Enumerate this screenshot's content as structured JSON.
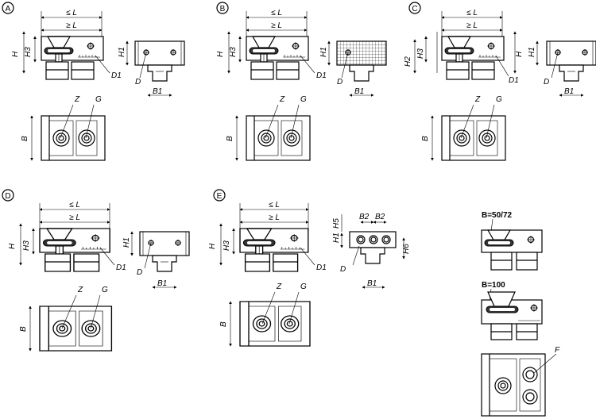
{
  "variants": [
    {
      "letter": "A",
      "le_L": "≤ L",
      "ge_L": "≥ L",
      "H": "H",
      "H3": "H3",
      "H1": "H1",
      "D1": "D1",
      "D": "D",
      "B1": "B1",
      "Z": "Z",
      "G": "G",
      "B": "B"
    },
    {
      "letter": "B",
      "le_L": "≤ L",
      "ge_L": "≥ L",
      "H": "H",
      "H3": "H3",
      "H1": "H1",
      "D1": "D1",
      "D": "D",
      "B1": "B1",
      "Z": "Z",
      "G": "G",
      "B": "B"
    },
    {
      "letter": "C",
      "le_L": "≤ L",
      "ge_L": "≥ L",
      "H": "H",
      "H2": "H2",
      "H3": "H3",
      "H1": "H1",
      "D1": "D1",
      "D": "D",
      "B1": "B1",
      "Z": "Z",
      "G": "G",
      "B": "B"
    },
    {
      "letter": "D",
      "le_L": "≤ L",
      "ge_L": "≥ L",
      "H": "H",
      "H3": "H3",
      "H1": "H1",
      "D1": "D1",
      "D": "D",
      "B1": "B1",
      "Z": "Z",
      "G": "G",
      "B": "B"
    },
    {
      "letter": "E",
      "le_L": "≤ L",
      "ge_L": "≥ L",
      "H": "H",
      "H3": "H3",
      "H1": "H1",
      "H5": "H5",
      "H6": "H6",
      "B2a": "B2",
      "B2b": "B2",
      "D1": "D1",
      "D": "D",
      "B1": "B1",
      "Z": "Z",
      "G": "G",
      "B": "B"
    }
  ],
  "extras": {
    "b_small": "B=50/72",
    "b_large": "B=100",
    "f_label": "F"
  }
}
